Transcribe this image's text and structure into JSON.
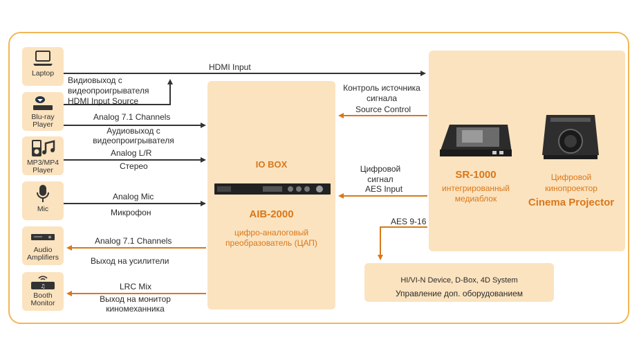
{
  "devices": {
    "laptop": "Laptop",
    "bluray": "Blu-ray Player",
    "mp3": "MP3/MP4 Player",
    "mic": "Mic",
    "amps": "Audio Amplifiers",
    "booth": "Booth Monitor"
  },
  "io_box": {
    "title": "IO BOX",
    "model": "AIB-2000",
    "desc": "цифро-аналоговый преобразователь (ЦАП)"
  },
  "sr1000": {
    "model": "SR-1000",
    "desc": "интегрированный медиаблок"
  },
  "projector": {
    "desc": "Цифровой кинопроектор",
    "title": "Cinema Projector"
  },
  "hi_device": {
    "title": "HI/VI-N Device, D-Box, 4D System",
    "desc": "Управление доп. оборудованием"
  },
  "links": {
    "hdmi_input": "HDMI Input",
    "bluray_video_ru": "Видиовыход с видеопроигрывателя",
    "hdmi_input_source": "HDMI Input Source",
    "analog71_in": "Analog 7.1 Channels",
    "analog71_in_ru": "Аудиовыход с видеопроигрывателя",
    "analog_lr": "Analog L/R",
    "stereo_ru": "Стерео",
    "analog_mic": "Analog Mic",
    "mic_ru": "Микрофон",
    "analog71_out": "Analog 7.1 Channels",
    "amps_ru": "Выход на усилители",
    "lrc_mix": "LRC Mix",
    "booth_ru": "Выход на монитор киномеханника",
    "source_control_ru": "Контроль источника сигнала",
    "source_control": "Source Control",
    "digital_signal_ru": "Цифровой сигнал",
    "aes_input": "AES Input",
    "aes_9_16": "AES 9-16"
  },
  "colors": {
    "frame": "#f2b655",
    "panel": "#fbe3bf",
    "accent": "#d9771a",
    "dark_line": "#333333"
  }
}
